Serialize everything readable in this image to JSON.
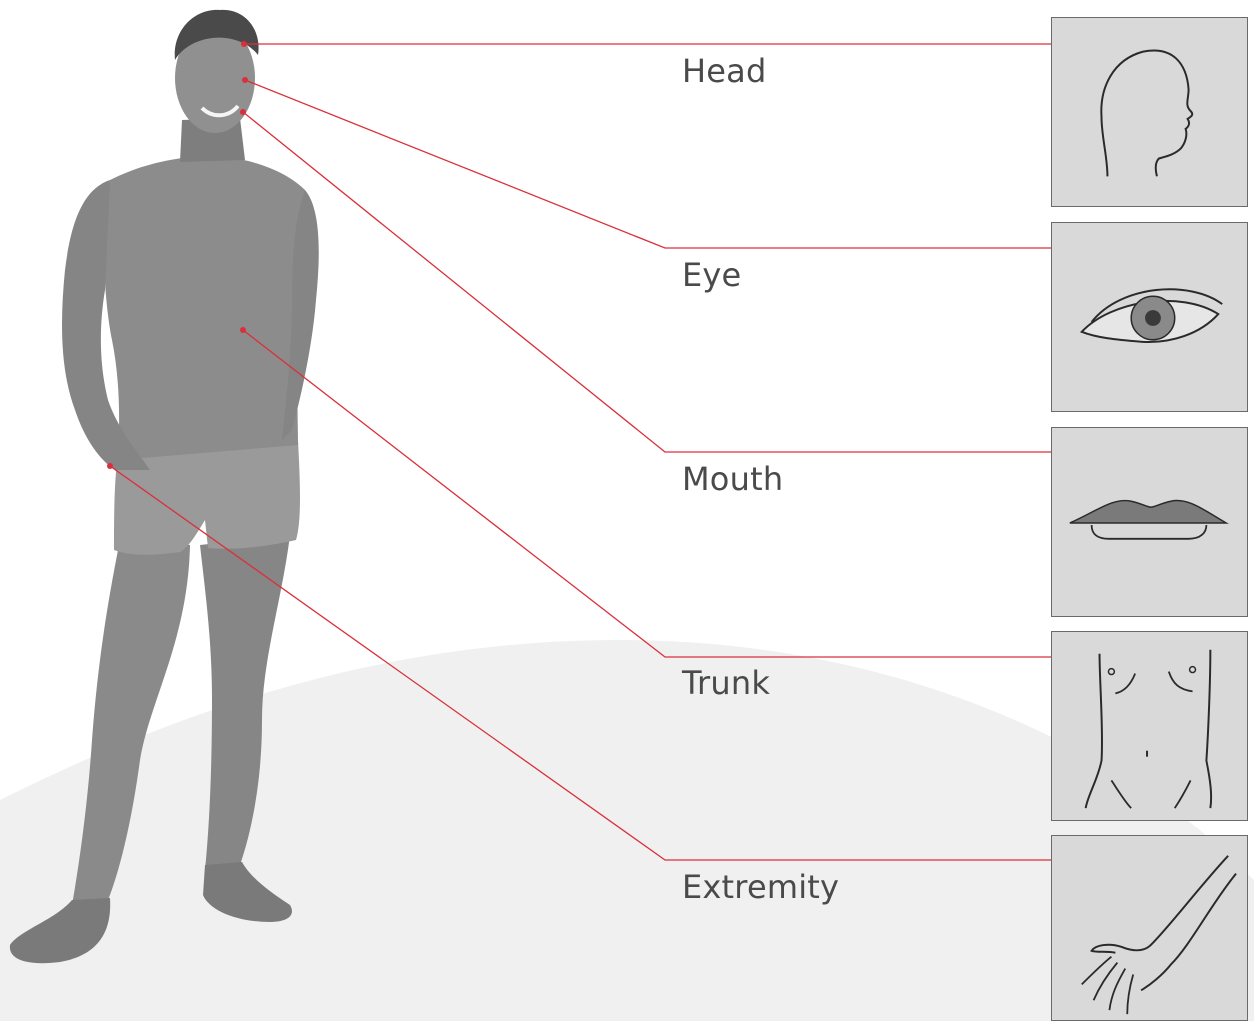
{
  "colors": {
    "leader_line": "#d9303a",
    "panel_background": "#d9d9d9",
    "panel_border": "#6a6a6a",
    "label_text": "#4a4a4a",
    "floor_shape": "#f0f0f0"
  },
  "labels": {
    "head": "Head",
    "eye": "Eye",
    "mouth": "Mouth",
    "trunk": "Trunk",
    "extremity": "Extremity"
  },
  "icons": {
    "head": "head-profile-icon",
    "eye": "eye-icon",
    "mouth": "lips-icon",
    "trunk": "torso-icon",
    "extremity": "arm-hand-icon"
  },
  "figure": "standing-man-grayscale-photo"
}
